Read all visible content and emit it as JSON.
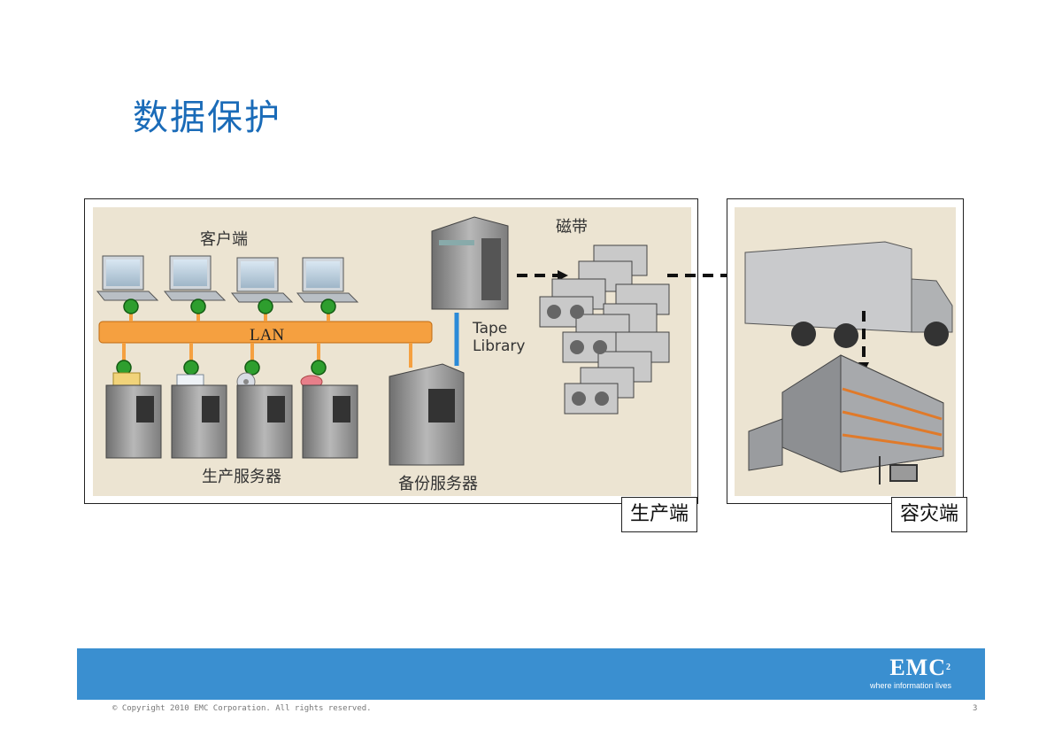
{
  "slide": {
    "title": "数据保护",
    "production": {
      "site_label": "生产端",
      "clients_label": "客户端",
      "lan_label": "LAN",
      "production_servers_label": "生产服务器",
      "backup_server_label": "备份服务器",
      "tape_library_label_line1": "Tape",
      "tape_library_label_line2": "Library",
      "tapes_label": "磁带"
    },
    "dr": {
      "site_label": "容灾端"
    }
  },
  "footer": {
    "logo_text": "EMC",
    "logo_sup": "2",
    "logo_tagline": "where information lives",
    "copyright": "© Copyright 2010 EMC Corporation. All rights reserved.",
    "page_number": "3"
  },
  "colors": {
    "title": "#1a6bb8",
    "lan_bar": "#f5a040",
    "node_dot": "#2e9e2e",
    "panel_bg": "#ece4d2",
    "footer_bar": "#3a8fd0",
    "fc_link": "#2a8ad8"
  }
}
